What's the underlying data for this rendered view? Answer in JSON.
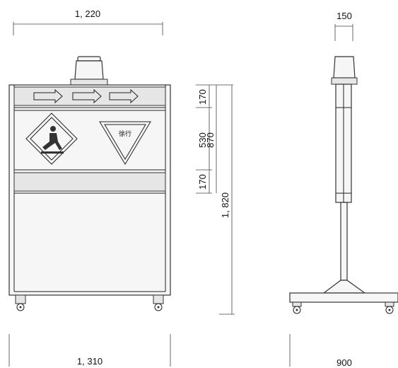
{
  "drawing": {
    "dimensions": {
      "front_top_width": "1, 220",
      "front_bottom_width": "1, 310",
      "side_top_width": "150",
      "side_bottom_width": "900",
      "upper_band": "170",
      "middle_panel": "530",
      "sign_area": "870",
      "lower_band": "170",
      "total_height": "1, 820"
    },
    "sign_text": "徐行"
  }
}
